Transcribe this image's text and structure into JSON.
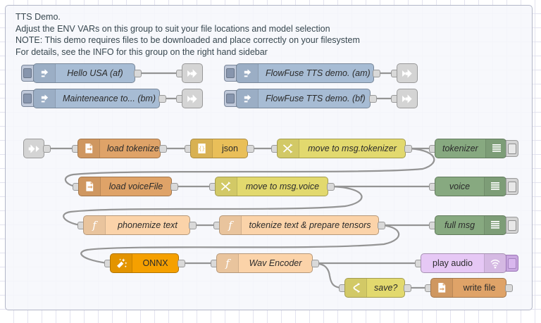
{
  "editor": {
    "app": "node-red-flow-editor",
    "canvas_name": "flow-canvas",
    "grid_size": 20
  },
  "group": {
    "name": "tts-demo-group",
    "comment_lines": [
      "TTS Demo.",
      "Adjust the ENV VARs on this group to suit your file locations and model selection",
      "NOTE: This demo requires files to be downloaded and place correctly on your filesystem",
      "For details, see the INFO for this group on the right hand sidebar"
    ],
    "comment_text": "TTS Demo.\nAdjust the ENV VARs on this group to suit your file locations and model selection\nNOTE: This demo requires files to be downloaded and place correctly on your filesystem\nFor details, see the INFO for this group on the right hand sidebar"
  },
  "colors": {
    "inject": "#a7bcd4",
    "link": "#d4d4d4",
    "file_in": "#dfa368",
    "file_out": "#dfa368",
    "json": "#e9bf59",
    "change": "#e2d96e",
    "switch": "#e2d96e",
    "function": "#fbd3a9",
    "debug": "#87a980",
    "onnx": "#f5a000",
    "audio": "#e6c8f5",
    "wire": "#949494",
    "grid": "#e3e3ef",
    "group_fill": "#f6f7fc",
    "group_border": "#b3b7c8"
  },
  "nodes": [
    {
      "id": "inject-hello-usa",
      "label": "Hello USA (af)",
      "type": "inject",
      "icon": "inject-arrow-icon",
      "italic": true
    },
    {
      "id": "inject-flowfuse-am",
      "label": "FlowFuse TTS demo. (am)",
      "type": "inject",
      "icon": "inject-arrow-icon",
      "italic": true
    },
    {
      "id": "inject-maintenance",
      "label": "Mainteneance to... (bm)",
      "type": "inject",
      "icon": "inject-arrow-icon",
      "italic": true
    },
    {
      "id": "inject-flowfuse-bf",
      "label": "FlowFuse TTS demo. (bf)",
      "type": "inject",
      "icon": "inject-arrow-icon",
      "italic": true
    },
    {
      "id": "link-out-1",
      "label": "",
      "type": "link-out",
      "icon": "link-out-icon",
      "italic": false
    },
    {
      "id": "link-out-2",
      "label": "",
      "type": "link-out",
      "icon": "link-out-icon",
      "italic": false
    },
    {
      "id": "link-out-3",
      "label": "",
      "type": "link-out",
      "icon": "link-out-icon",
      "italic": false
    },
    {
      "id": "link-out-4",
      "label": "",
      "type": "link-out",
      "icon": "link-out-icon",
      "italic": false
    },
    {
      "id": "link-in-1",
      "label": "",
      "type": "link-in",
      "icon": "link-in-icon",
      "italic": false
    },
    {
      "id": "file-load-tokenizer",
      "label": "load tokenizer",
      "type": "file-in",
      "icon": "file-in-icon",
      "italic": true
    },
    {
      "id": "json-node",
      "label": "json",
      "type": "json",
      "icon": "json-braces-icon",
      "italic": false
    },
    {
      "id": "change-move-tokenizer",
      "label": "move to msg.tokenizer",
      "type": "change",
      "icon": "change-shuffle-icon",
      "italic": true
    },
    {
      "id": "debug-tokenizer",
      "label": "tokenizer",
      "type": "debug",
      "icon": "debug-lines-icon",
      "italic": true
    },
    {
      "id": "file-load-voicefile",
      "label": "load voiceFile",
      "type": "file-in",
      "icon": "file-in-icon",
      "italic": true
    },
    {
      "id": "change-move-voice",
      "label": "move to msg.voice",
      "type": "change",
      "icon": "change-shuffle-icon",
      "italic": true
    },
    {
      "id": "debug-voice",
      "label": "voice",
      "type": "debug",
      "icon": "debug-lines-icon",
      "italic": true
    },
    {
      "id": "function-phonemize",
      "label": "phonemize text",
      "type": "function",
      "icon": "function-f-icon",
      "italic": true
    },
    {
      "id": "function-tokenize",
      "label": "tokenize text & prepare tensors",
      "type": "function",
      "icon": "function-f-icon",
      "italic": true
    },
    {
      "id": "debug-full-msg",
      "label": "full msg",
      "type": "debug",
      "icon": "debug-lines-icon",
      "italic": true
    },
    {
      "id": "onnx-node",
      "label": "ONNX",
      "type": "onnx",
      "icon": "magic-wand-icon",
      "italic": false
    },
    {
      "id": "function-wav-encoder",
      "label": "Wav Encoder",
      "type": "function",
      "icon": "function-f-icon",
      "italic": true
    },
    {
      "id": "audio-play",
      "label": "play audio",
      "type": "audio",
      "icon": "sound-wave-icon",
      "italic": false
    },
    {
      "id": "switch-save",
      "label": "save?",
      "type": "switch",
      "icon": "switch-fork-icon",
      "italic": true
    },
    {
      "id": "file-write",
      "label": "write file",
      "type": "file-out",
      "icon": "file-out-icon",
      "italic": false
    }
  ]
}
